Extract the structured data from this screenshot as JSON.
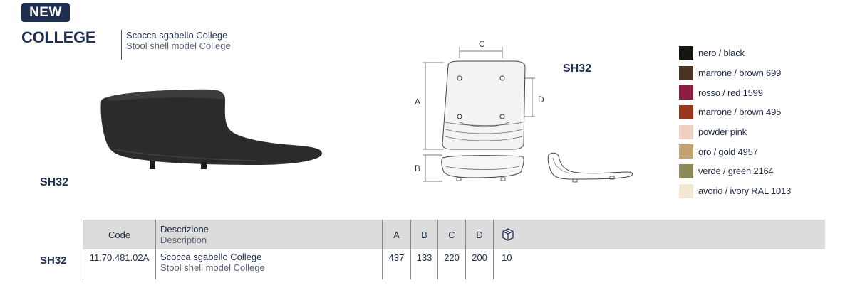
{
  "badge": "NEW",
  "model": "COLLEGE",
  "subtitle": {
    "it": "Scocca sgabello College",
    "en": "Stool shell model College"
  },
  "product_code": "SH32",
  "drawing": {
    "code": "SH32",
    "dim_labels": {
      "a": "A",
      "b": "B",
      "c": "C",
      "d": "D"
    }
  },
  "colors": [
    {
      "label": "nero / black",
      "hex": "#15140f"
    },
    {
      "label": "marrone / brown 699",
      "hex": "#4a3322"
    },
    {
      "label": "rosso / red 1599",
      "hex": "#8c1d3e"
    },
    {
      "label": "marrone / brown 495",
      "hex": "#99361e"
    },
    {
      "label": "powder pink",
      "hex": "#efcfc2"
    },
    {
      "label": "oro / gold 4957",
      "hex": "#c4a171"
    },
    {
      "label": "verde / green 2164",
      "hex": "#8b8957"
    },
    {
      "label": "avorio / ivory RAL 1013",
      "hex": "#f3e7d2"
    }
  ],
  "table": {
    "headers": {
      "code": "Code",
      "desc_it": "Descrizione",
      "desc_en": "Description",
      "a": "A",
      "b": "B",
      "c": "C",
      "d": "D",
      "pack_icon": "box-icon"
    },
    "rows": [
      {
        "label": "SH32",
        "code": "11.70.481.02A",
        "desc_it": "Scocca sgabello College",
        "desc_en": "Stool shell model College",
        "a": "437",
        "b": "133",
        "c": "220",
        "d": "200",
        "pack": "10"
      }
    ]
  }
}
